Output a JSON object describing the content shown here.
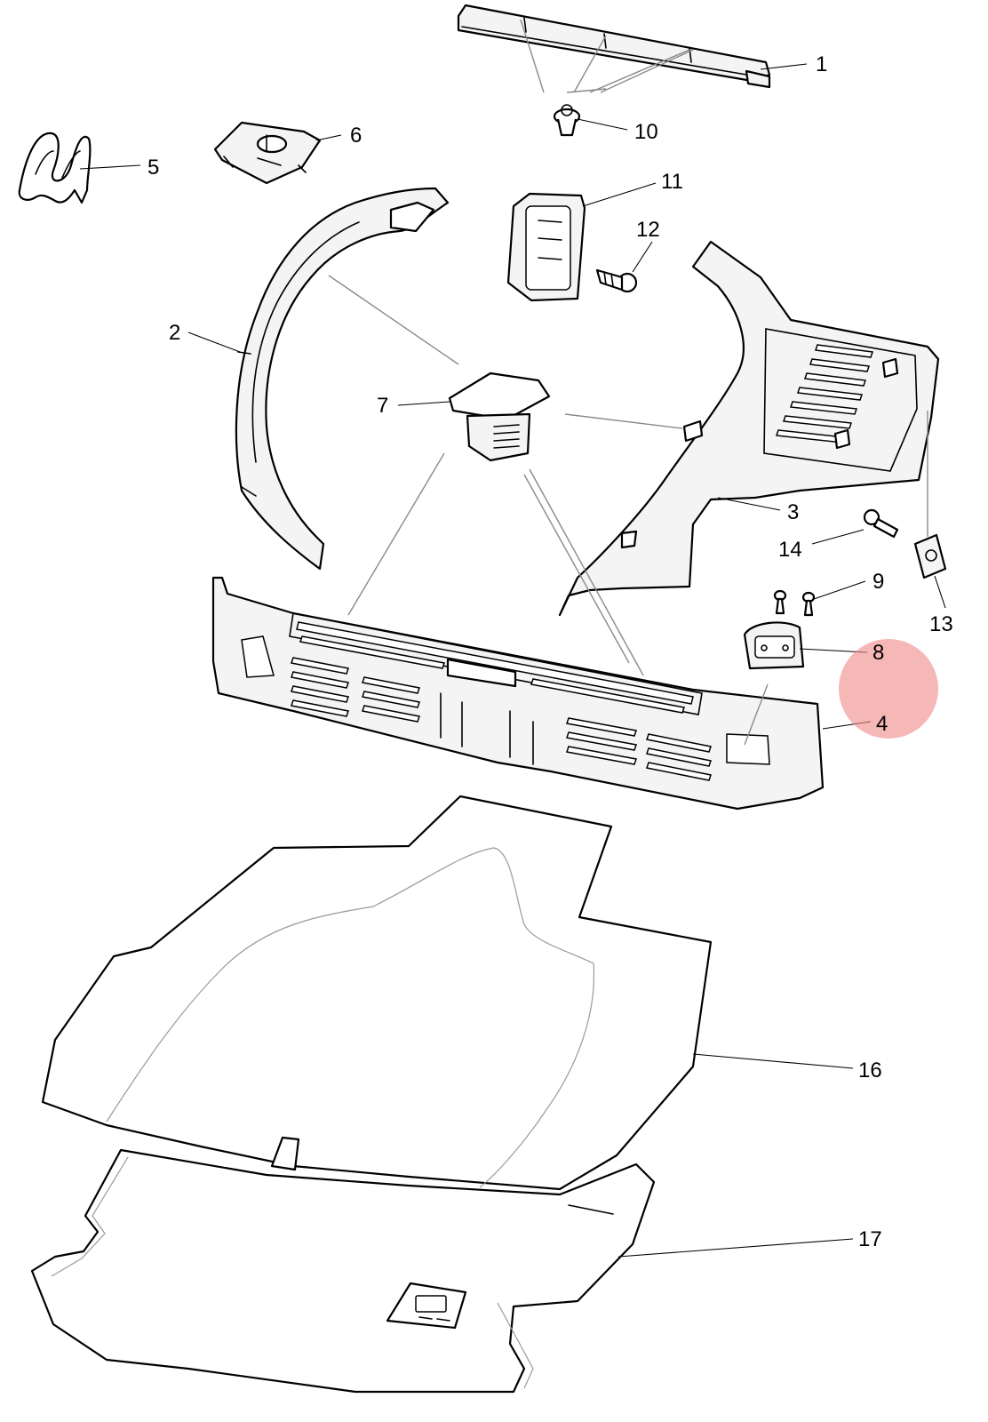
{
  "callouts": [
    {
      "id": "1",
      "label": "1"
    },
    {
      "id": "2",
      "label": "2"
    },
    {
      "id": "3",
      "label": "3"
    },
    {
      "id": "4",
      "label": "4"
    },
    {
      "id": "5",
      "label": "5"
    },
    {
      "id": "6",
      "label": "6"
    },
    {
      "id": "7",
      "label": "7"
    },
    {
      "id": "8",
      "label": "8"
    },
    {
      "id": "9",
      "label": "9"
    },
    {
      "id": "10",
      "label": "10"
    },
    {
      "id": "11",
      "label": "11"
    },
    {
      "id": "12",
      "label": "12"
    },
    {
      "id": "13",
      "label": "13"
    },
    {
      "id": "14",
      "label": "14"
    },
    {
      "id": "16",
      "label": "16"
    },
    {
      "id": "17",
      "label": "17"
    }
  ],
  "colors": {
    "line": "#000000",
    "part_fill": "#f4f4f4",
    "highlight_marker": "#f08a8a"
  }
}
